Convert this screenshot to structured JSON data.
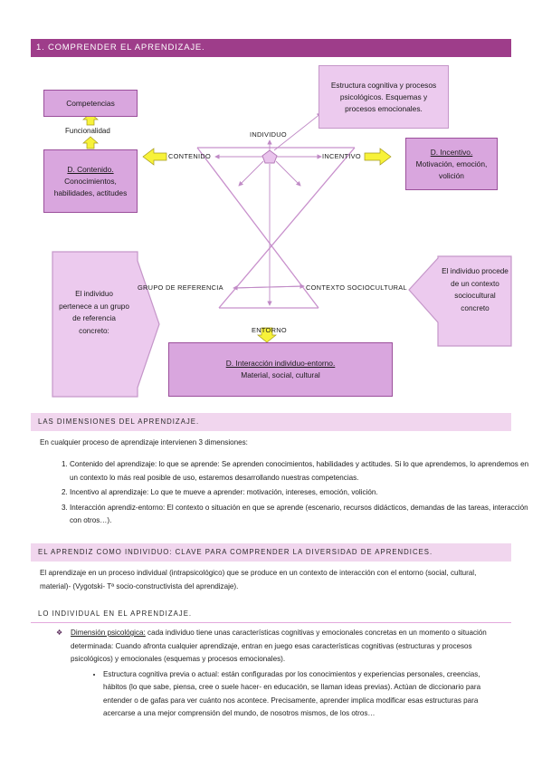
{
  "title": "1. COMPRENDER EL APRENDIZAJE.",
  "diagram": {
    "competencias": "Competencias",
    "funcionalidad": "Funcionalidad",
    "contenido_box": {
      "title": "D. Contenido.",
      "body": "Conocimientos, habilidades, actitudes"
    },
    "estructura_box": "Estructura cognitiva y procesos psicológicos. Esquemas y procesos emocionales.",
    "incentivo_box": {
      "title": "D. Incentivo.",
      "body": "Motivación, emoción, volición"
    },
    "individuo_grupo_box": "El individuo pertenece a un grupo de referencia concreto:",
    "individuo_contexto_box": "El individuo procede de un contexto sociocultural concreto",
    "interaccion_box": {
      "title": "D. Interacción individuo-entorno.",
      "body": "Material, social, cultural"
    },
    "labels": {
      "individuo": "INDIVIDUO",
      "contenido": "CONTENIDO",
      "incentivo": "INCENTIVO",
      "grupo": "GRUPO DE REFERENCIA",
      "contexto": "CONTEXTO SOCIOCULTURAL",
      "entorno": "ENTORNO"
    },
    "colors": {
      "title_bar": "#9e3d8a",
      "box_dark": "#d9a6de",
      "box_light": "#eccaee",
      "line": "#c08ac6",
      "yellow_arrow": "#f7f23a"
    }
  },
  "section1": {
    "heading": "LAS DIMENSIONES DEL APRENDIZAJE.",
    "intro": "En cualquier proceso de aprendizaje intervienen 3 dimensiones:",
    "items": [
      "Contenido del aprendizaje: lo que se aprende: Se aprenden conocimientos, habilidades y actitudes. Si lo que aprendemos, lo aprendemos en un contexto lo más real posible de uso, estaremos desarrollando nuestras competencias.",
      "Incentivo al aprendizaje: Lo que te mueve a aprender: motivación, intereses, emoción, volición.",
      "Interacción aprendiz-entorno: El contexto o situación en que se aprende (escenario, recursos didácticos, demandas de las tareas, interacción con otros…)."
    ]
  },
  "section2": {
    "heading": "EL APRENDIZ COMO INDIVIDUO: CLAVE PARA COMPRENDER LA DIVERSIDAD DE APRENDICES.",
    "text": "El aprendizaje en un proceso individual (intrapsicológico) que se produce en un contexto de interacción con el entorno (social, cultural, material)- (Vygotski- Tª socio-constructivista del aprendizaje)."
  },
  "section3": {
    "heading": "LO INDIVIDUAL EN EL APRENDIZAJE.",
    "bullet_marker": "❖",
    "dim_label": "Dimensión psicológica:",
    "dim_text": " cada individuo tiene unas características cognitivas y emocionales concretas en un momento o situación determinada: Cuando afronta cualquier aprendizaje, entran en juego esas características cognitivas (estructuras y procesos psicológicos) y emocionales (esquemas y procesos emocionales).",
    "sub_item": "Estructura cognitiva previa o actual: están configuradas por los conocimientos y experiencias personales, creencias, hábitos (lo que sabe, piensa, cree o suele hacer- en educación, se llaman ideas previas). Actúan de diccionario para entender o de gafas para ver cuánto nos acontece. Precisamente, aprender implica modificar esas estructuras para acercarse a una mejor comprensión del mundo, de nosotros mismos, de los otros…"
  }
}
